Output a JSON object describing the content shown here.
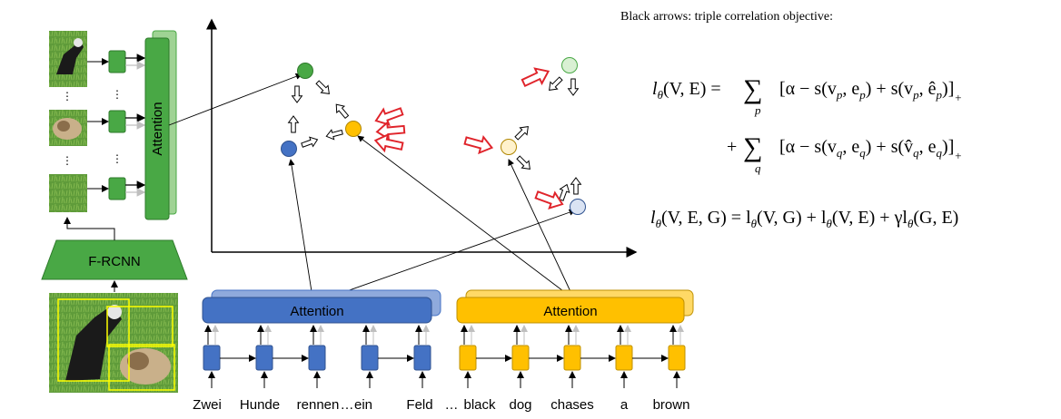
{
  "diagram": {
    "caption": "Black arrows: triple correlation objective:",
    "image_labels": {
      "attention": "Attention",
      "detector": "F-RCNN",
      "ellipsis": "⋮"
    },
    "text_encoders": {
      "german": {
        "label": "Attention",
        "tokens": [
          "Zwei",
          "Hunde",
          "rennen",
          "…",
          "ein",
          "Feld"
        ],
        "color": "#4472c4"
      },
      "english": {
        "label": "Attention",
        "tokens": [
          "…",
          "black",
          "dog",
          "chases",
          "a",
          "brown"
        ],
        "color": "#ffc000"
      }
    },
    "embedding_nodes": {
      "image": "#49a845",
      "german": "#4472c4",
      "english": "#ffc000",
      "image_faded": "#d9f0d3",
      "english_faded": "#fff2cc",
      "german_faded": "#dae3f3"
    },
    "arrow_colors": {
      "triple": "#000000",
      "contrastive": "#e0242b"
    },
    "equations": {
      "eq1_line1": {
        "lhs": "l",
        "lhs_sub": "θ",
        "lhs_args": "(V, E) = ",
        "sum": "∑",
        "sum_sub": "p",
        "body": "[α − s(v",
        "body_sub1": "p",
        "body_mid1": ", e",
        "body_sub2": "p",
        "body_mid2": ") + s(v",
        "body_sub3": "p",
        "body_mid3": ", ê",
        "body_sub4": "p",
        "body_end": ")]",
        "plus_sub": "+"
      },
      "eq1_line2": {
        "lead": "+",
        "sum": "∑",
        "sum_sub": "q",
        "body": "[α − s(v",
        "body_sub1": "q",
        "body_mid1": ", e",
        "body_sub2": "q",
        "body_mid2": ") + s(v̂",
        "body_sub3": "q",
        "body_mid3": ", e",
        "body_sub4": "q",
        "body_end": ")]",
        "plus_sub": "+"
      },
      "eq2": {
        "text_a": "l",
        "sub_a": "θ",
        "text_b": "(V, E, G) = l",
        "sub_b": "θ",
        "text_c": "(V, G) + l",
        "sub_c": "θ",
        "text_d": "(V, E) + γl",
        "sub_d": "θ",
        "text_e": "(G, E)"
      }
    }
  }
}
